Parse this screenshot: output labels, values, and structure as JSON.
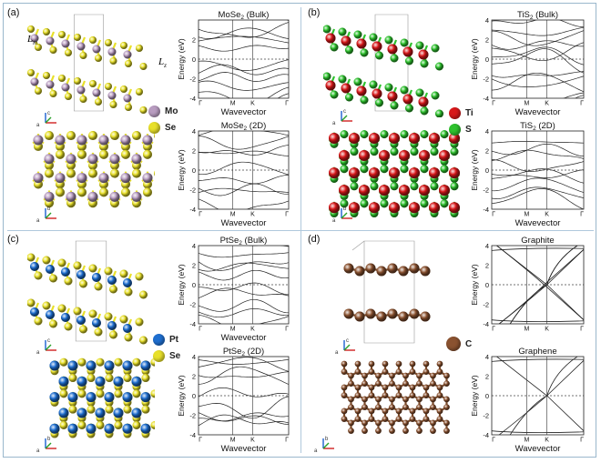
{
  "panels": [
    {
      "label": "(a)",
      "legend": [
        {
          "symbol": "Mo",
          "color": "#b89cc0"
        },
        {
          "symbol": "Se",
          "color": "#e8e02a"
        }
      ],
      "structure_annotations": [
        "L",
        "m",
        "L",
        "z"
      ],
      "plots": [
        {
          "title_main": "MoSe",
          "title_sub": "2",
          "title_suffix": " (Bulk)",
          "xlabel": "Wavevector",
          "ylabel": "Energy (eV)",
          "yticks": [
            "2",
            "0",
            "-2",
            "-4"
          ],
          "xticks": [
            "Γ",
            "M",
            "K",
            "Γ"
          ]
        },
        {
          "title_main": "MoSe",
          "title_sub": "2",
          "title_suffix": " (2D)",
          "xlabel": "Wavevector",
          "ylabel": "Energy (eV)",
          "yticks": [
            "4",
            "2",
            "0",
            "-2",
            "-4"
          ],
          "xticks": [
            "Γ",
            "M",
            "K",
            "Γ"
          ]
        }
      ]
    },
    {
      "label": "(b)",
      "legend": [
        {
          "symbol": "Ti",
          "color": "#d8181a"
        },
        {
          "symbol": "S",
          "color": "#2ec22e"
        }
      ],
      "plots": [
        {
          "title_main": "TiS",
          "title_sub": "2",
          "title_suffix": " (Bulk)",
          "xlabel": "Wavevector",
          "ylabel": "Energy (eV)",
          "yticks": [
            "4",
            "2",
            "0",
            "-2",
            "-4"
          ],
          "xticks": [
            "Γ",
            "M",
            "K",
            "Γ"
          ]
        },
        {
          "title_main": "TiS",
          "title_sub": "2",
          "title_suffix": " (2D)",
          "xlabel": "Wavevector",
          "ylabel": "Energy (eV)",
          "yticks": [
            "4",
            "2",
            "0",
            "-2",
            "-4"
          ],
          "xticks": [
            "Γ",
            "M",
            "K",
            "Γ"
          ]
        }
      ]
    },
    {
      "label": "(c)",
      "legend": [
        {
          "symbol": "Pt",
          "color": "#1f6fd0"
        },
        {
          "symbol": "Se",
          "color": "#e8e02a"
        }
      ],
      "plots": [
        {
          "title_main": "PtSe",
          "title_sub": "2",
          "title_suffix": " (Bulk)",
          "xlabel": "Wavevector",
          "ylabel": "Energy (eV)",
          "yticks": [
            "4",
            "2",
            "0",
            "-2",
            "-4"
          ],
          "xticks": [
            "Γ",
            "M",
            "K",
            "Γ"
          ]
        },
        {
          "title_main": "PtSe",
          "title_sub": "2",
          "title_suffix": " (2D)",
          "xlabel": "Wavevector",
          "ylabel": "Energy (eV)",
          "yticks": [
            "4",
            "2",
            "0",
            "-2",
            "-4"
          ],
          "xticks": [
            "Γ",
            "M",
            "K",
            "Γ"
          ]
        }
      ]
    },
    {
      "label": "(d)",
      "legend": [
        {
          "symbol": "C",
          "color": "#8a5230"
        }
      ],
      "plots": [
        {
          "title_main": "Graphite",
          "title_sub": "",
          "title_suffix": "",
          "xlabel": "",
          "ylabel": "Energy (eV)",
          "yticks": [
            "4",
            "2",
            "0",
            "-2",
            "-4"
          ],
          "xticks": [
            "Γ",
            "M",
            "K",
            "Γ"
          ]
        },
        {
          "title_main": "Graphene",
          "title_sub": "",
          "title_suffix": "",
          "xlabel": "Wavevector",
          "ylabel": "Energy (eV)",
          "yticks": [
            "4",
            "2",
            "0",
            "-2",
            "-4"
          ],
          "xticks": [
            "Γ",
            "M",
            "K",
            "Γ"
          ]
        }
      ]
    }
  ],
  "axis_letters": [
    "a",
    "b",
    "c"
  ],
  "colors": {
    "frame": "#9ab7cc",
    "band": "#222222",
    "fermi": "#444444"
  }
}
